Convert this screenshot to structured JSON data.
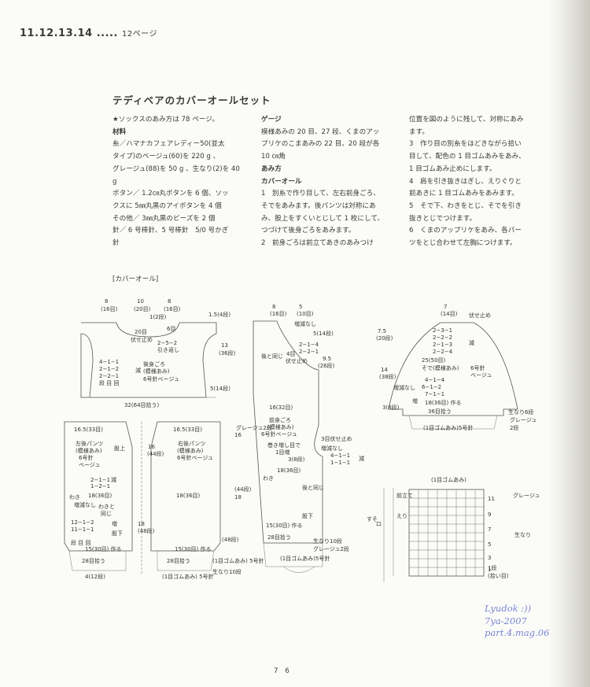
{
  "header": {
    "pattern_numbers": "11.12.13.14",
    "dots": ".....",
    "page_ref": "12ページ"
  },
  "title": "テディベアのカバーオールセット",
  "col1": [
    {
      "t": "★ソックスのあみ方は 78 ページ。",
      "h": false
    },
    {
      "t": "材料",
      "h": true
    },
    {
      "t": "糸／ハマナカフェアレディー50(並太",
      "h": false
    },
    {
      "t": "タイプ)のベージュ(60)を 220 g 、 ",
      "h": false
    },
    {
      "t": "グレージュ(88)を 50 g 、生なり(2)を 40",
      "h": false
    },
    {
      "t": "g",
      "h": false
    },
    {
      "t": "ボタン／ 1.2㎝丸ボタンを 6 個、ソッ",
      "h": false
    },
    {
      "t": "クスに 5㎜丸黒のアイボタンを 4 個",
      "h": false
    },
    {
      "t": "その他／ 3㎜丸黒のビーズを 2 個",
      "h": false
    },
    {
      "t": "針／ 6 号棒針、5 号棒針　5/0 号かぎ",
      "h": false
    },
    {
      "t": "針",
      "h": false
    }
  ],
  "col2": [
    {
      "t": "ゲージ",
      "h": true
    },
    {
      "t": "模様あみの 20 目、27 段、くまのアッ",
      "h": false
    },
    {
      "t": "プリケのこまあみの 22 目、20 段が各",
      "h": false
    },
    {
      "t": "10 ㎝角",
      "h": false
    },
    {
      "t": "あみ方",
      "h": true
    },
    {
      "t": "カバーオール",
      "h": true
    },
    {
      "t": "1　別糸で作り目して、左右前身ごろ、",
      "h": false
    },
    {
      "t": "そでをあみます。後パンツは対称にあ",
      "h": false
    },
    {
      "t": "み、股上をすくいとじして 1 枚にして、",
      "h": false
    },
    {
      "t": "つづけて後身ごろをあみます。",
      "h": false
    },
    {
      "t": "2　前身ごろは前立てあきのあみつけ",
      "h": false
    }
  ],
  "col3": [
    {
      "t": "位置を図のように残して、対称にあみ",
      "h": false
    },
    {
      "t": "ます。",
      "h": false
    },
    {
      "t": "3　作り目の別糸をほどきながら拾い",
      "h": false
    },
    {
      "t": "目して、配色の 1 目ゴムあみをあみ、",
      "h": false
    },
    {
      "t": "1 目ゴムあみ止めにします。",
      "h": false
    },
    {
      "t": "4　肩を引き抜きはぎし、えりぐりと",
      "h": false
    },
    {
      "t": "前あきに 1 目ゴムあみをあみます。",
      "h": false
    },
    {
      "t": "5　そで下、わきをとじ、そでを引き",
      "h": false
    },
    {
      "t": "抜きとじでつけます。",
      "h": false
    },
    {
      "t": "6　くまのアップリケをあみ、各パー",
      "h": false
    },
    {
      "t": "ツをとじ合わせて左胸につけます。",
      "h": false
    }
  ],
  "section_label": "[カバーオール]",
  "diagram": {
    "back_top": [
      "8",
      "(16目)",
      "10",
      "(20目)",
      "8",
      "(16目)",
      "1(2段)",
      "6目",
      "20目",
      "伏せ止め",
      "2−5−2",
      "引き返し",
      "4−1−1",
      "2−1−2",
      "2−2−1",
      "段 目 回",
      "減",
      "後身ごろ",
      "(模様あみ)",
      "6号針ベージュ",
      "32(64目拾う)",
      "1.5(4段)",
      "13",
      "(36段)",
      "5(14段)"
    ],
    "back_pants": [
      "16.5(33目)",
      "16.5(33目)",
      "左後パンツ",
      "(模様あみ)",
      "6号針",
      "ベージュ",
      "右後パンツ",
      "(模様あみ)",
      "6号針ベージュ",
      "16",
      "(44段)",
      "股上",
      "2−1−1",
      "1−2−1",
      "減",
      "わき",
      "18(36目)",
      "18(36目)",
      "増減なし",
      "わきと",
      "同じ",
      "12−1−2",
      "11−1−1",
      "段 目 回",
      "増",
      "18",
      "(48段)",
      "股下",
      "15(30目) 作る",
      "15(30目) 作る",
      "28目拾う",
      "28目拾う",
      "4(12段)",
      "(1目ゴムあみ) 5号針",
      "(1目ゴムあみ) 5号針",
      "生なり10段",
      "グレージュ2段",
      "16",
      "(44段)",
      "18",
      "(48段)",
      "4(12段)"
    ],
    "front": [
      "8",
      "(16目)",
      "5",
      "(10目)",
      "増減なし",
      "5(14段)",
      "2−1−4",
      "2−2−1",
      "4目",
      "伏せ止め",
      "後と同じ",
      "9.5",
      "(26段)",
      "16(32目)",
      "前身ごろ",
      "(模様あみ)",
      "6号針ベージュ",
      "巻き増し目で",
      "1目増",
      "3(8段)",
      "3目伏せ止め",
      "増減なし",
      "4−1−1",
      "1−1−1",
      "減",
      "18(36目)",
      "わき",
      "後と同じ",
      "股下",
      "15(30目) 作る",
      "28目拾う",
      "生なり10段",
      "グレージュ2段",
      "(1目ゴムあみ)5号針"
    ],
    "sleeve": [
      "7",
      "(14目)",
      "伏せ止め",
      "2−3−1",
      "2−2−2",
      "2−1−3",
      "2−2−4",
      "25(50目)",
      "減",
      "7.5",
      "(20段)",
      "14",
      "(38段)",
      "増減なし",
      "そで(模様あみ)",
      "6号針",
      "ベージュ",
      "4−1−4",
      "6−1−2",
      "7−1−1",
      "増",
      "18(36目) 作る",
      "3(8段)",
      "36目拾う",
      "生なり6段",
      "グレージュ",
      "2段",
      "(1目ゴムあみ)5号針"
    ],
    "rib_chart": [
      "(1目ゴムあみ)",
      "前立て",
      "えり",
      "すそ",
      "口",
      "11",
      "9",
      "7",
      "5",
      "3",
      "1",
      "1段",
      "(拾い目)",
      "グレージュ",
      "生なり"
    ]
  },
  "page_number": "7 6",
  "watermark": [
    "Lyudok :))",
    "7ya-2007",
    "part.4.mag.06"
  ]
}
